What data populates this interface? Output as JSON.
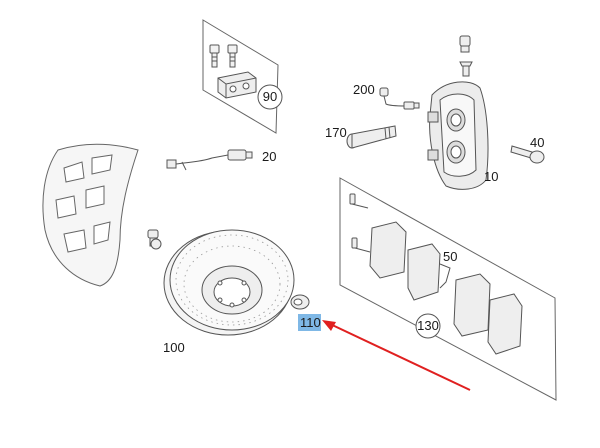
{
  "labels": {
    "l90": "90",
    "l20": "20",
    "l200": "200",
    "l170": "170",
    "l40": "40",
    "l10": "10",
    "l50": "50",
    "l130": "130",
    "l100": "100",
    "l110": "110"
  },
  "colors": {
    "line": "#555555",
    "part_fill": "#f2f2f2",
    "highlight": "#7fb8e6",
    "arrow": "#e02020"
  },
  "icons": [
    "bolt-icon",
    "brake-caliper-icon",
    "brake-disc-icon",
    "splash-shield-icon",
    "wear-sensor-icon",
    "brake-hose-icon",
    "brake-pad-icon",
    "pin-icon",
    "cap-nut-icon"
  ]
}
